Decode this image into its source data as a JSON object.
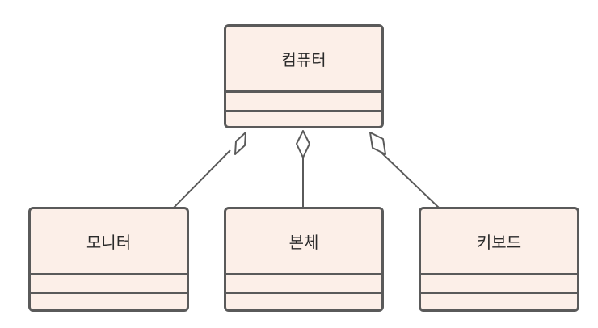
{
  "diagram": {
    "whole": {
      "name": "컴퓨터"
    },
    "parts": [
      {
        "name": "모니터"
      },
      {
        "name": "본체"
      },
      {
        "name": "키보드"
      }
    ],
    "relationship": "aggregation",
    "colors": {
      "class_fill": "#fcefe8",
      "stroke": "#5a5a5a",
      "text": "#2a2a2a",
      "diamond_fill": "#ffffff"
    }
  }
}
